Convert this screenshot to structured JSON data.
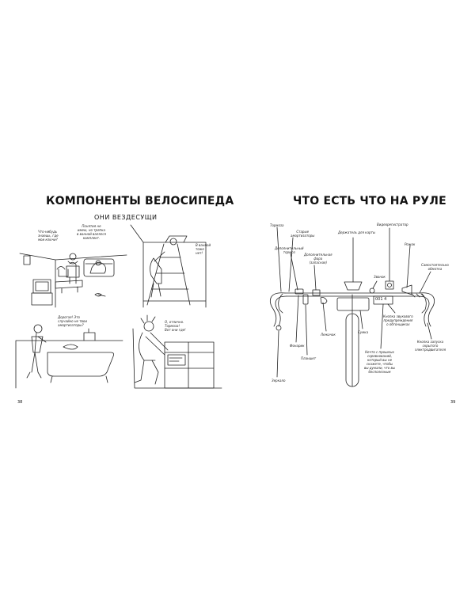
{
  "left_page": {
    "title": "КОМПОНЕНТЫ ВЕЛОСИПЕДА",
    "subtitle": "ОНИ ВЕЗДЕСУЩИ",
    "page_number": "38",
    "bubbles": {
      "panel1_a": "Что-нибудь\nзнаешь, где\nмои ключи?",
      "panel1_b": "Понятия не\nимею, но тряпка\nв ванной валялся\nкомплект.",
      "panel2": "В ванной\nтоже\nнет!",
      "panel3": "Дорогая! Это\nслучайно не твои\nамортизаторы?",
      "panel4": "О, отлично.\nТормоза!\nВот они где!"
    }
  },
  "right_page": {
    "title": "ЧТО ЕСТЬ ЧТО НА РУЛЕ",
    "page_number": "39",
    "labels": {
      "brakes": "Тормоза",
      "rear_shocks": "Старые\nамортизаторы",
      "map_holder": "Держатель для карты",
      "video_recorder": "Видеорегистратор",
      "extra_brakes": "Дополнительный\nтормоз",
      "extra_grip": "Дополнительная\nфара\n(запасная)",
      "bell": "Звонок",
      "horn": "Рожок",
      "comfort_grips": "Самостоятельно\nобмотка",
      "flashlight": "Фонарик",
      "sausage": "Лежачок",
      "bag": "Сумка",
      "tablet": "Планшет",
      "mirror": "Зеркало",
      "ribbon_button": "Кнопка звукового\nпредупреждения\nо обгонщиках",
      "hidden_button": "Кнопка запуска\nскрытого\nэлектродвигателя",
      "note": "Нечто с прошлых\nсоревнований,\nкоторый вы не\nскажете, чтобы\nвы думали, что вы\nбесполезным"
    },
    "odometer": "001 4"
  }
}
